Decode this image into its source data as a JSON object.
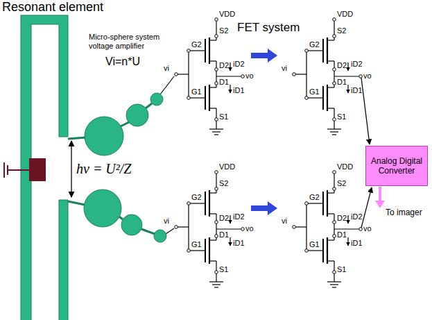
{
  "diagram": {
    "nodes": [
      {
        "text": [
          "Resonant element"
        ]
      },
      {
        "text": [
          "Analog Digital Converter"
        ]
      }
    ],
    "labels": [
      "Micro-sphere system voltage amplifier",
      "Vi=n*U",
      "FET system",
      "hν = U²/Z",
      "VDD",
      "S2",
      "G2",
      "D2",
      "iD2",
      "vo",
      "D1",
      "iD1",
      "vi",
      "G1",
      "S1",
      "VDD",
      "S2",
      "G2",
      "D2",
      "iD2",
      "vo",
      "D1",
      "iD1",
      "vi",
      "G1",
      "S1",
      "VDD",
      "S2",
      "G2",
      "D2",
      "iD2",
      "vo",
      "D1",
      "iD1",
      "vi",
      "G1",
      "S1",
      "VDD",
      "S2",
      "G2",
      "D2",
      "iD2",
      "vo",
      "D1",
      "iD1",
      "vi",
      "G1",
      "S1",
      "To imager"
    ]
  }
}
